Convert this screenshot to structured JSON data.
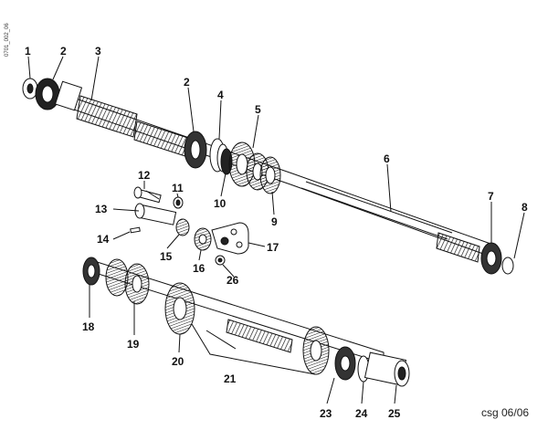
{
  "diagram": {
    "vertical_code": "0701_002_06",
    "footer": "csg 06/06",
    "callouts": {
      "c1": "1",
      "c2a": "2",
      "c3": "3",
      "c2b": "2",
      "c4": "4",
      "c5": "5",
      "c6": "6",
      "c7": "7",
      "c8": "8",
      "c9": "9",
      "c10": "10",
      "c11": "11",
      "c12": "12",
      "c13": "13",
      "c14": "14",
      "c15": "15",
      "c16": "16",
      "c17": "17",
      "c18": "18",
      "c19": "19",
      "c20": "20",
      "c21": "21",
      "c23": "23",
      "c24": "24",
      "c25": "25",
      "c26": "26"
    }
  }
}
